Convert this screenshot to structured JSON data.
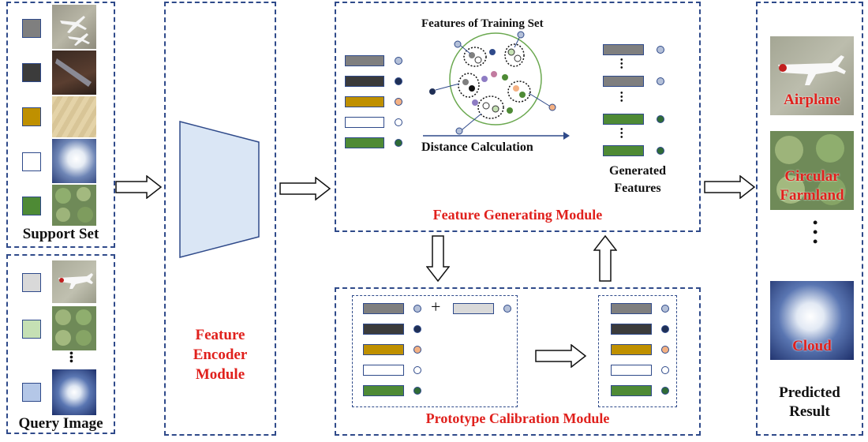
{
  "labels": {
    "support_set": "Support Set",
    "query_image": "Query Image",
    "feature_encoder": [
      "Feature",
      "Encoder",
      "Module"
    ],
    "features_training_set": "Features of Training Set",
    "distance_calculation": "Distance Calculation",
    "generated_features": [
      "Generated",
      "Features"
    ],
    "feature_generating_module": "Feature Generating Module",
    "prototype_calibration_module": "Prototype Calibration Module",
    "predicted_result": [
      "Predicted",
      "Result"
    ],
    "plus": "+"
  },
  "predictions": [
    "Airplane",
    "Circular\nFarmland",
    "Cloud"
  ],
  "colors": {
    "gray": "#7f7f7f",
    "dark": "#3b3b3b",
    "gold": "#bf9000",
    "white": "#ffffff",
    "green": "#4e8a35",
    "light_gray": "#d9d9d9",
    "light_green": "#c5e0b4",
    "light_blue": "#b4c7e7",
    "dash_border": "#2f4a8a",
    "encoder_fill": "#dae6f5",
    "accent_red": "#e0201c"
  },
  "icons": [
    "right-arrow-icon",
    "down-arrow-icon",
    "up-arrow-icon",
    "feature-cluster-icon"
  ]
}
